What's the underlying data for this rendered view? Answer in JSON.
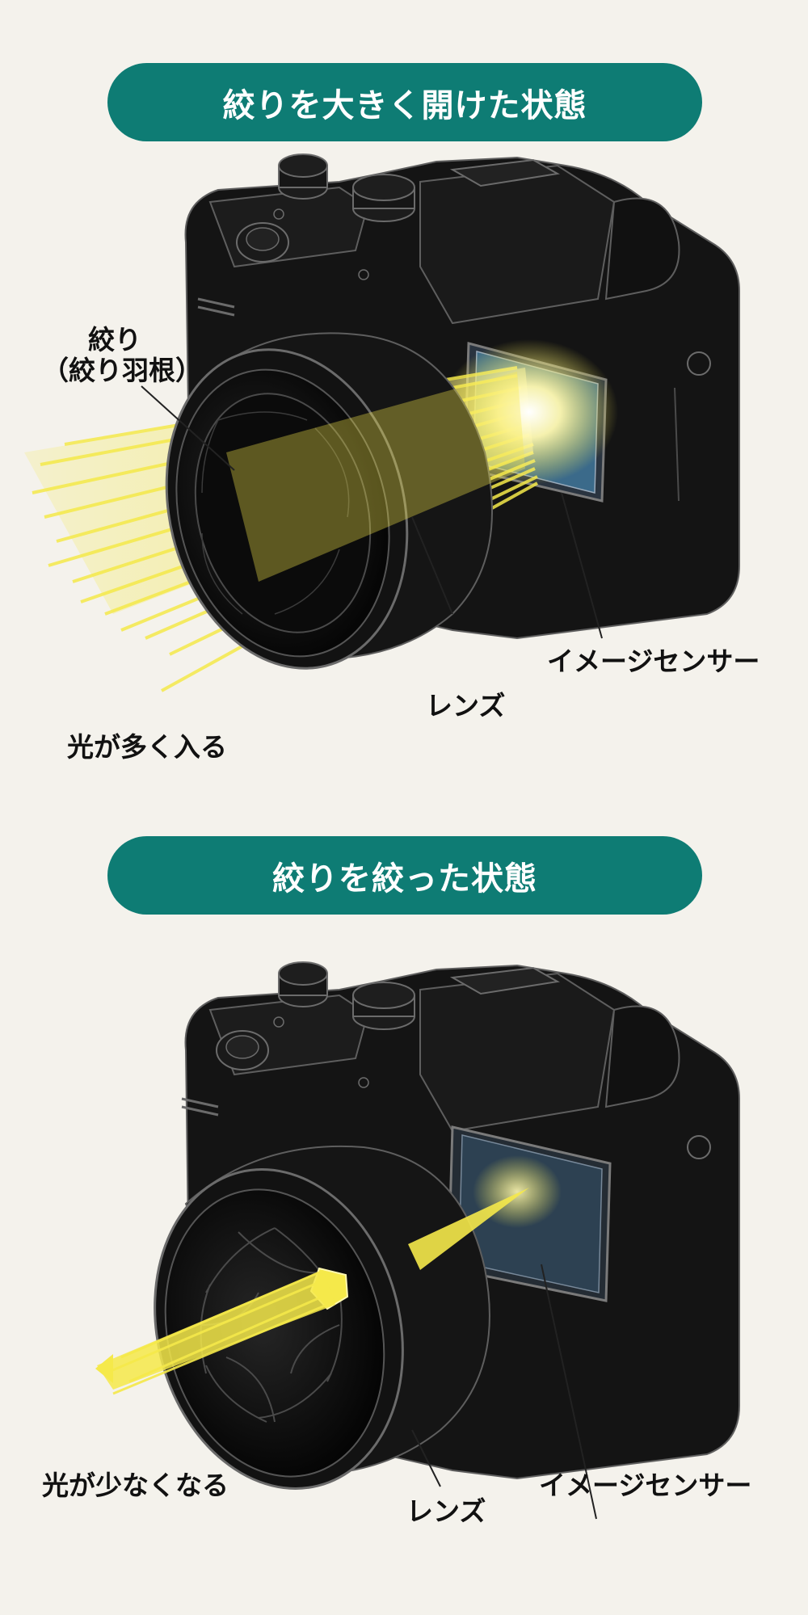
{
  "colors": {
    "background": "#f4f2ec",
    "banner": "#0e7c74",
    "banner_text": "#ffffff",
    "camera_body": "#141414",
    "camera_outline": "#6b6b6b",
    "light_beam": "#f5e94a",
    "light_glow": "#fff8b0",
    "label_text": "#111111"
  },
  "top_section": {
    "title": "絞りを大きく開けた状態",
    "labels": {
      "aperture_line1": "絞り",
      "aperture_line2": "（絞り羽根）",
      "light": "光が多く入る",
      "lens": "レンズ",
      "sensor": "イメージセンサー"
    }
  },
  "bottom_section": {
    "title": "絞りを絞った状態",
    "labels": {
      "light": "光が少なくなる",
      "lens": "レンズ",
      "sensor": "イメージセンサー"
    }
  }
}
